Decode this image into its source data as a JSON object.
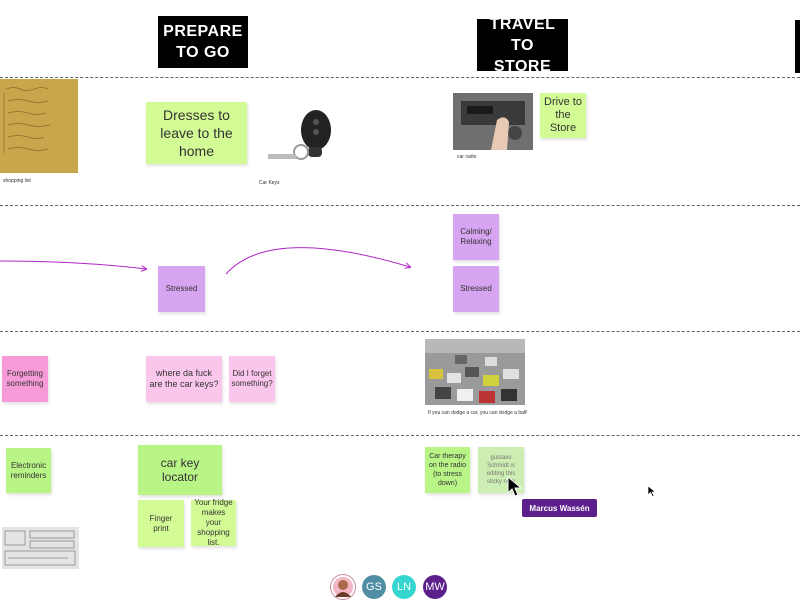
{
  "headers": {
    "prepare": "PREPARE\nTO GO",
    "travel": "TRAVEL TO\nSTORE"
  },
  "captions": {
    "shopping_list": "shopping list",
    "car_keys": "Car Keys",
    "car_radio": "car radio",
    "traffic": "If you can dodge a car, you can dodge a ball!"
  },
  "stickies": {
    "dresses": "Dresses to leave to the home",
    "drive": "Drive to the Store",
    "stressed_1": "Stressed",
    "calming": "Calming/ Relaxing",
    "stressed_2": "Stressed",
    "forgetting": "Forgetting something",
    "where_keys": "where da fuck are the car keys?",
    "forget_q": "Did I forget something?",
    "electronic": "Electronic reminders",
    "key_locator": "car key locator",
    "fingerprint": "Finger print",
    "fridge": "Your fridge makes your shopping list.",
    "car_therapy": "Car therapy on the radio (to stress down)",
    "editing": "gustavo Schmidt is editing this sticky note"
  },
  "cursor_label": "Marcus Wassén",
  "avatars": [
    {
      "initials": "",
      "color": "#f3b6c4"
    },
    {
      "initials": "GS",
      "color": "#4f8ea3"
    },
    {
      "initials": "LN",
      "color": "#36d6cf"
    },
    {
      "initials": "MW",
      "color": "#5c1f8c"
    }
  ],
  "colors": {
    "sticky_green": "#b9f487",
    "sticky_purple": "#d7a4f1",
    "sticky_pink": "#f79bd8",
    "arrow": "#b027c6",
    "cursor_label_bg": "#5c1f8c"
  }
}
